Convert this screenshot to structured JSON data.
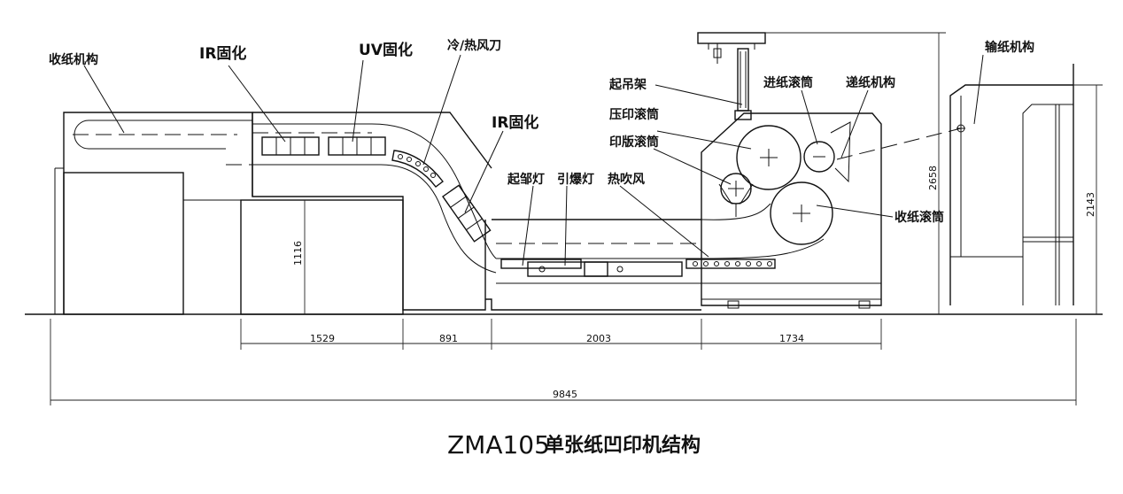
{
  "title": {
    "model": "ZMA105",
    "name": "单张纸凹印机结构"
  },
  "labels": {
    "delivery": "收纸机构",
    "ir_curing_1": "IR固化",
    "uv_curing": "UV固化",
    "air_knife": "冷/热风刀",
    "ir_curing_2": "IR固化",
    "crane": "起吊架",
    "feed_cylinder": "进纸滚筒",
    "transfer": "递纸机构",
    "impression_cylinder": "压印滚筒",
    "plate_cylinder": "印版滚筒",
    "delivery_cylinder": "收纸滚筒",
    "feeder": "输纸机构",
    "start_lamp": "起邹灯",
    "ignite_lamp": "引爆灯",
    "hot_air": "热吹风"
  },
  "dimensions": {
    "d1": "1529",
    "d2": "891",
    "d3": "2003",
    "d4": "1734",
    "total": "9845",
    "h1": "1116",
    "h2": "2658",
    "h3": "2143"
  }
}
